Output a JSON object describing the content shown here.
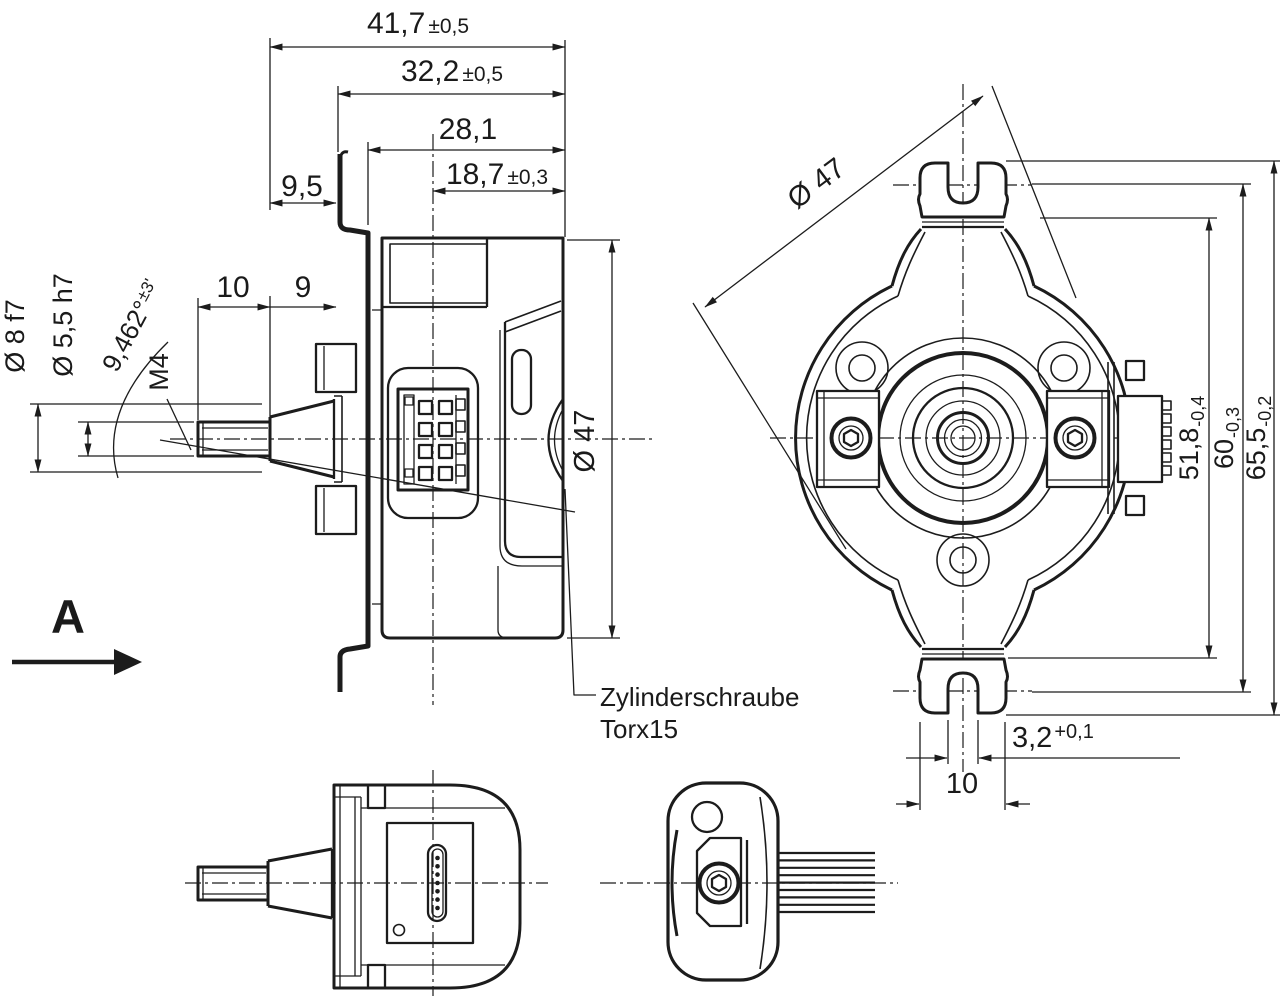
{
  "labels": {
    "view_arrow": "A",
    "callout_line1": "Zylinderschraube",
    "callout_line2": "Torx15"
  },
  "dimensions": {
    "total_length": {
      "value": "41,7",
      "tol": "±0,5"
    },
    "body_length": {
      "value": "32,2",
      "tol": "±0,5"
    },
    "mount_depth": {
      "value": "28,1"
    },
    "connector_depth": {
      "value": "18,7",
      "tol": "±0,3"
    },
    "flange_offset": {
      "value": "9,5"
    },
    "shaft_length": {
      "value": "10"
    },
    "taper_length": {
      "value": "9"
    },
    "shaft_dia_8": {
      "value": "Ø 8 f7"
    },
    "shaft_dia_5_5": {
      "value": "Ø 5,5 h7"
    },
    "taper_angle": {
      "value": "9,462°",
      "tol": "±3'"
    },
    "thread": {
      "value": "M4"
    },
    "body_dia_side": {
      "value": "Ø 47"
    },
    "body_dia_front": {
      "value": "Ø 47"
    },
    "height_51_8": {
      "value": "51,8",
      "tol": "-0,4"
    },
    "height_60": {
      "value": "60",
      "tol": "-0,3"
    },
    "height_65_5": {
      "value": "65,5",
      "tol": "-0,2"
    },
    "slot_width": {
      "value": "3,2",
      "tol": "+0,1"
    },
    "tab_width": {
      "value": "10"
    }
  }
}
